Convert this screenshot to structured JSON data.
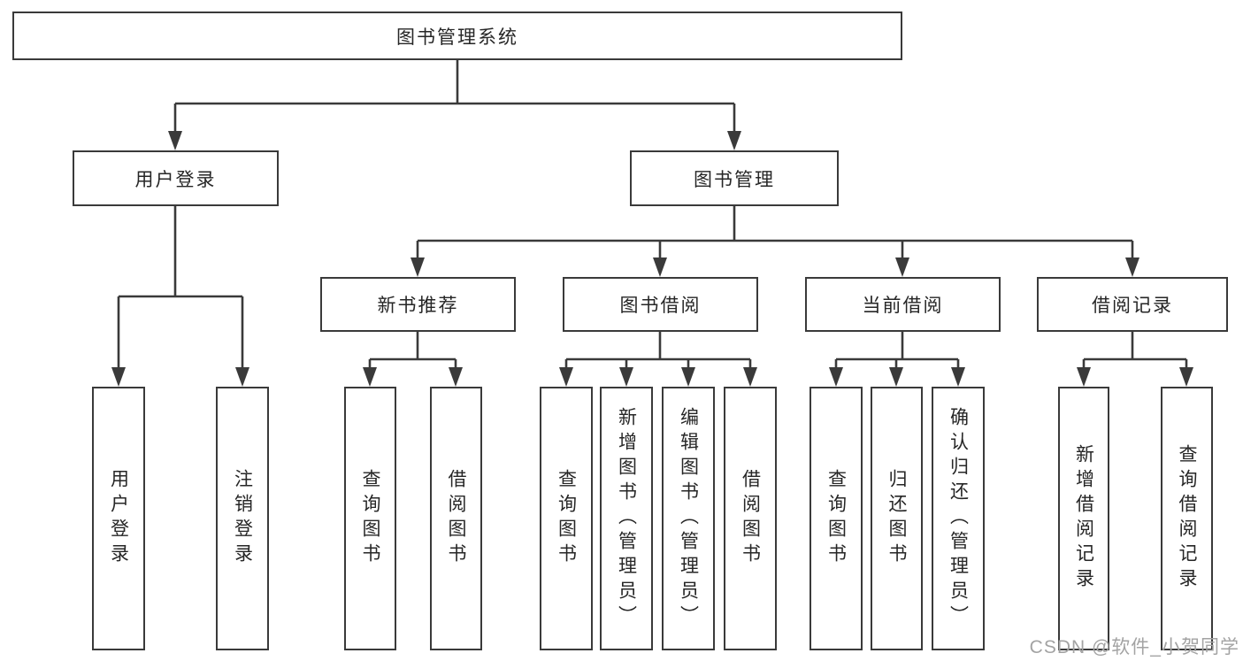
{
  "diagram": {
    "watermark": "CSDN @软件_小贺同学",
    "colors": {
      "line": "#3a3a3a",
      "border": "#3a3a3a",
      "text": "#262626",
      "watermark": "#a3a3a3",
      "background": "#ffffff"
    },
    "tree": {
      "root": {
        "label": "图书管理系统",
        "children": [
          {
            "label": "用户登录",
            "children": [
              {
                "label": "用户登录"
              },
              {
                "label": "注销登录"
              }
            ]
          },
          {
            "label": "图书管理",
            "children": [
              {
                "label": "新书推荐",
                "children": [
                  {
                    "label": "查询图书"
                  },
                  {
                    "label": "借阅图书"
                  }
                ]
              },
              {
                "label": "图书借阅",
                "children": [
                  {
                    "label": "查询图书"
                  },
                  {
                    "label": "新增图书（管理员）"
                  },
                  {
                    "label": "编辑图书（管理员）"
                  },
                  {
                    "label": "借阅图书"
                  }
                ]
              },
              {
                "label": "当前借阅",
                "children": [
                  {
                    "label": "查询图书"
                  },
                  {
                    "label": "归还图书"
                  },
                  {
                    "label": "确认归还（管理员）"
                  }
                ]
              },
              {
                "label": "借阅记录",
                "children": [
                  {
                    "label": "新增借阅记录"
                  },
                  {
                    "label": "查询借阅记录"
                  }
                ]
              }
            ]
          }
        ]
      }
    }
  }
}
